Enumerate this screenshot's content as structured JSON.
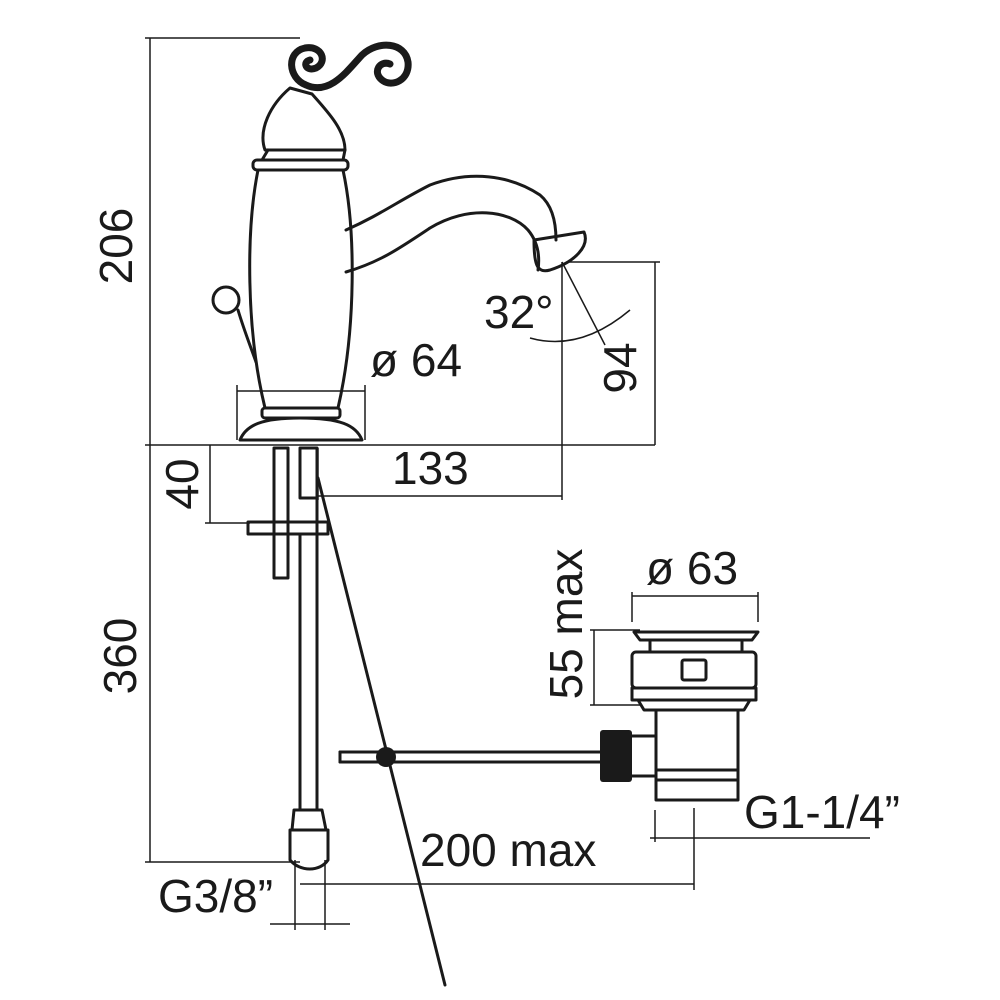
{
  "dimensions": {
    "height_total": "206",
    "spout_angle": "32°",
    "spout_height": "94",
    "body_diameter": "ø 64",
    "spout_reach": "133",
    "shank_40": "40",
    "pipe_360": "360",
    "drain_diameter": "ø 63",
    "drain_55": "55 max",
    "drain_thread": "G1-1/4”",
    "rod_200": "200 max",
    "supply_thread": "G3/8”"
  }
}
